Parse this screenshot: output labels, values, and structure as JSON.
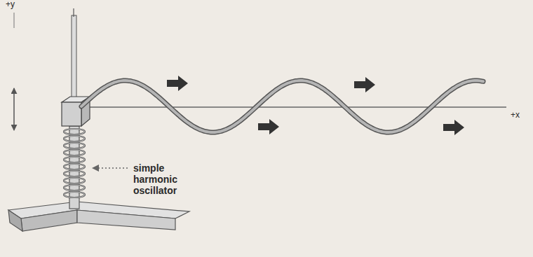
{
  "diagram": {
    "labels": [
      "+y",
      "+x",
      "simple harmonic oscillator"
    ]
  }
}
